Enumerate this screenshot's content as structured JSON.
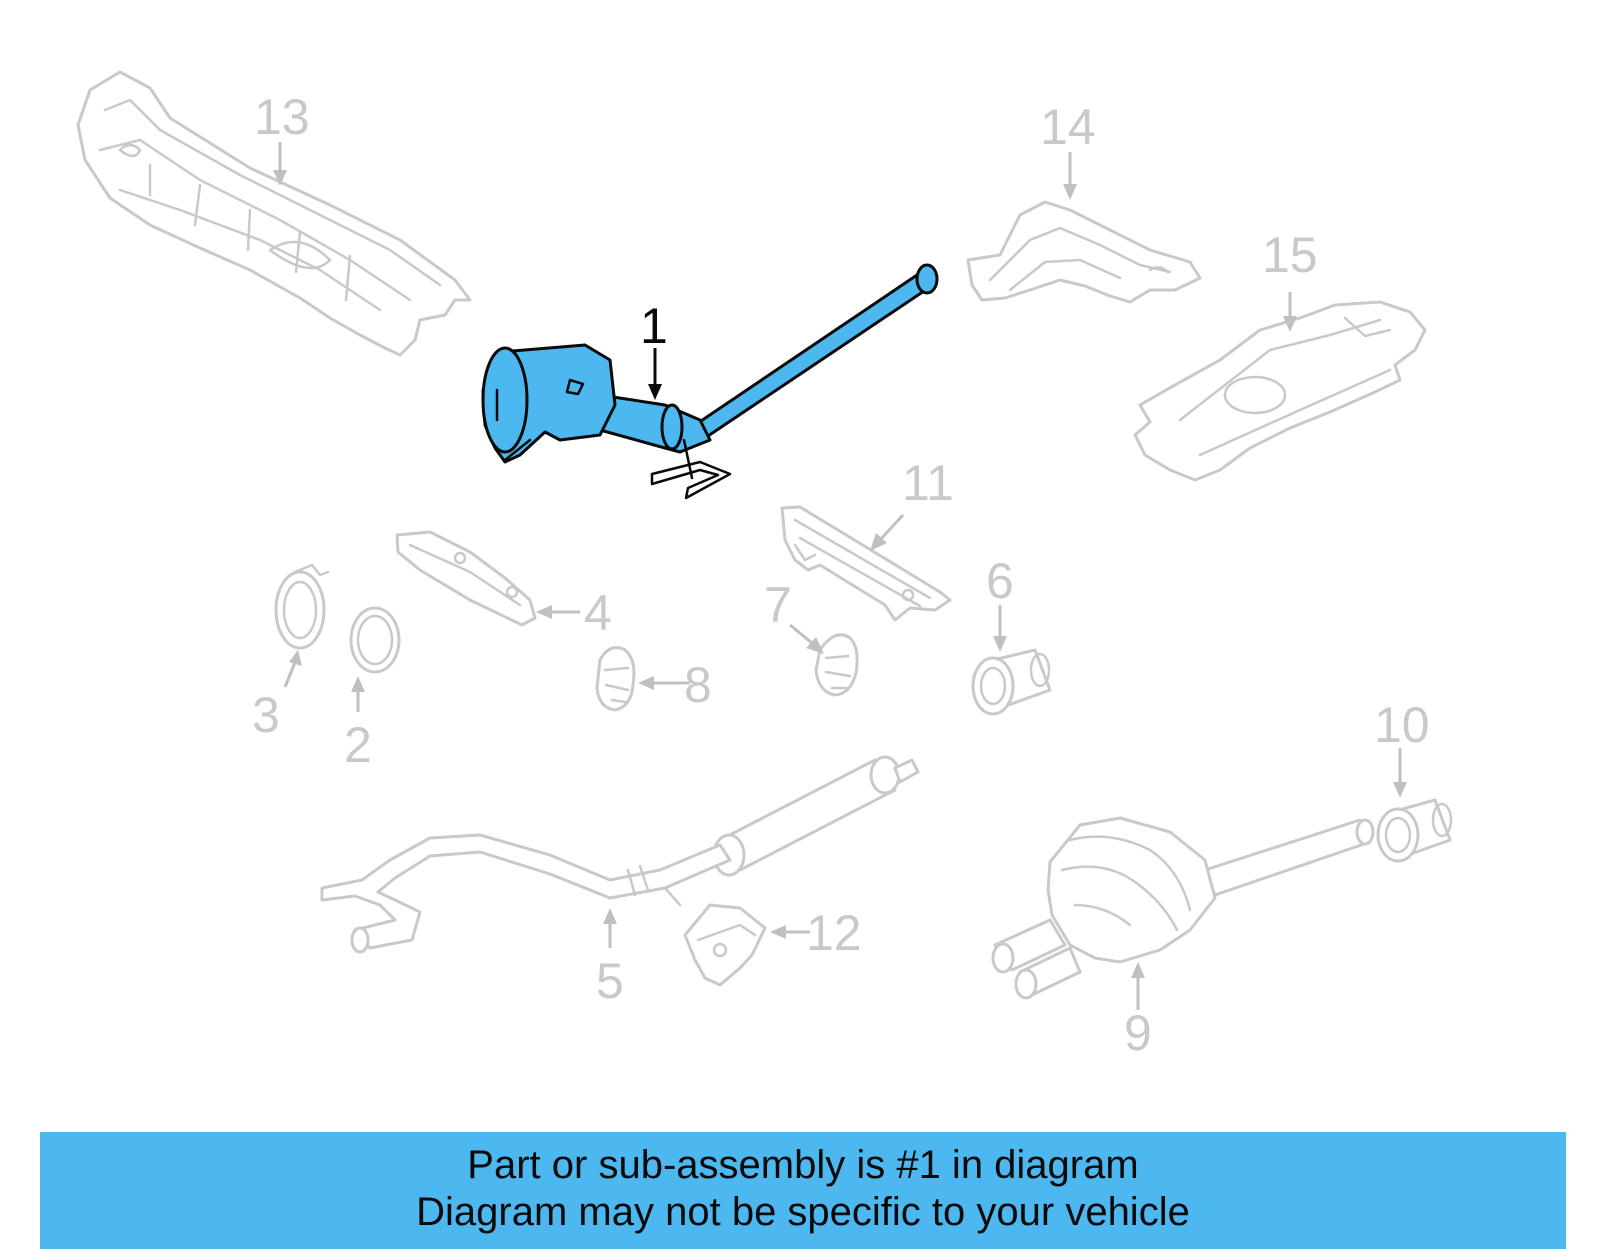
{
  "callouts": {
    "c1": "1",
    "c2": "2",
    "c3": "3",
    "c4": "4",
    "c5": "5",
    "c6": "6",
    "c7": "7",
    "c8": "8",
    "c9": "9",
    "c10": "10",
    "c11": "11",
    "c12": "12",
    "c13": "13",
    "c14": "14",
    "c15": "15"
  },
  "highlighted_part": "1",
  "colors": {
    "highlight": "#4db8f0",
    "faded_part": "#c9c9c9",
    "footer_bg": "#4db8f0"
  },
  "footer": {
    "line1": "Part or sub-assembly is #1 in diagram",
    "line2": "Diagram may not be specific to your vehicle"
  }
}
